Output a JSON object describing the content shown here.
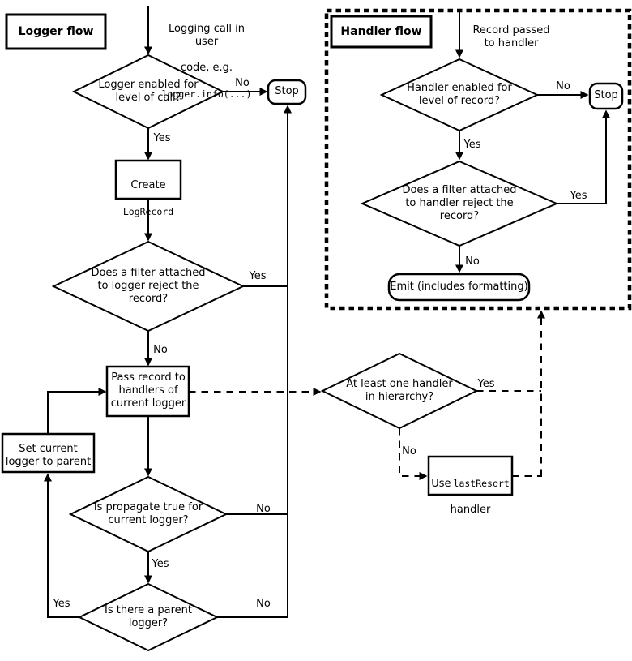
{
  "diagram": {
    "logger_flow": {
      "title": "Logger flow",
      "start": {
        "line1": "Logging call in user",
        "line2": "code, e.g.",
        "code": "logger.info(...)"
      },
      "level_check": "Logger enabled for\nlevel of call?",
      "stop": "Stop",
      "create_box": {
        "line1": "Create",
        "code": "LogRecord"
      },
      "filter_check": "Does a filter attached\nto logger reject the\nrecord?",
      "pass_box": "Pass record to\nhandlers of\ncurrent logger",
      "set_parent_box": "Set current\nlogger to parent",
      "propagate_check": "Is propagate true for\ncurrent logger?",
      "parent_check": "Is there a parent\nlogger?"
    },
    "shared": {
      "hierarchy_check": "At least one handler\nin hierarchy?",
      "last_resort_box": {
        "pre": "Use",
        "code": "lastResort",
        "line2": "handler"
      }
    },
    "handler_flow": {
      "title": "Handler flow",
      "start": "Record passed\nto handler",
      "level_check": "Handler enabled for\nlevel of record?",
      "filter_check": "Does a filter attached\nto handler reject the\nrecord?",
      "emit_box": "Emit (includes formatting)",
      "stop": "Stop"
    },
    "labels": {
      "yes": "Yes",
      "no": "No"
    },
    "colors": {
      "line": "#000000",
      "background": "#ffffff"
    }
  }
}
